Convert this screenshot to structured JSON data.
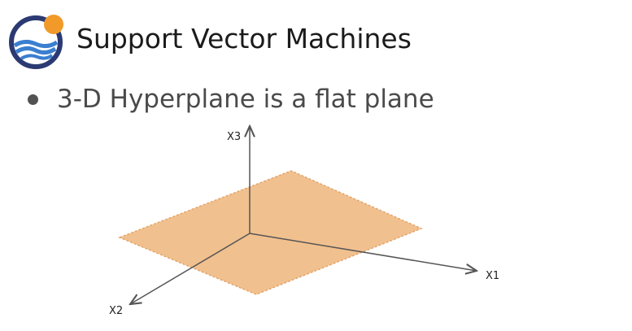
{
  "slide": {
    "title": "Support Vector Machines",
    "bullet": "3-D Hyperplane is a flat plane"
  },
  "diagram": {
    "axes": {
      "x1_label": "X1",
      "x2_label": "X2",
      "x3_label": "X3"
    },
    "plane_color": "#f1c08f",
    "plane_border_color": "#e3a66b",
    "axis_color": "#555555"
  },
  "logo": {
    "ring_color": "#2c3a73",
    "sun_color": "#f19a2a",
    "wave_color": "#3a7fd0"
  }
}
